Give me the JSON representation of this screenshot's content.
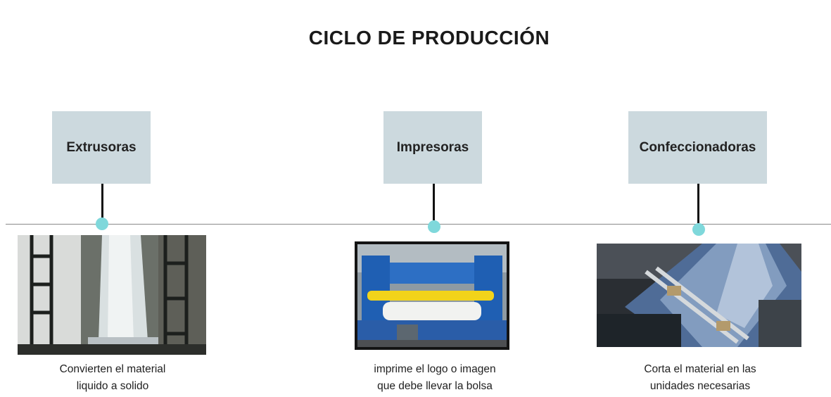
{
  "title": "CICLO DE PRODUCCIÓN",
  "colors": {
    "box": "#ccd9de",
    "dot": "#7fd8db",
    "connector": "#111111",
    "line": "#8a8a8a"
  },
  "stages": [
    {
      "label": "Extrusoras",
      "caption_line1": "Convierten el material",
      "caption_line2": "liquido a solido",
      "image": "extrusion-machine-photo"
    },
    {
      "label": "Impresoras",
      "caption_line1": "imprime el logo o imagen",
      "caption_line2": "que debe llevar la bolsa",
      "image": "printing-machine-photo"
    },
    {
      "label": "Confeccionadoras",
      "caption_line1": "Corta el material en las",
      "caption_line2": "unidades necesarias",
      "image": "bag-making-machine-photo"
    }
  ]
}
